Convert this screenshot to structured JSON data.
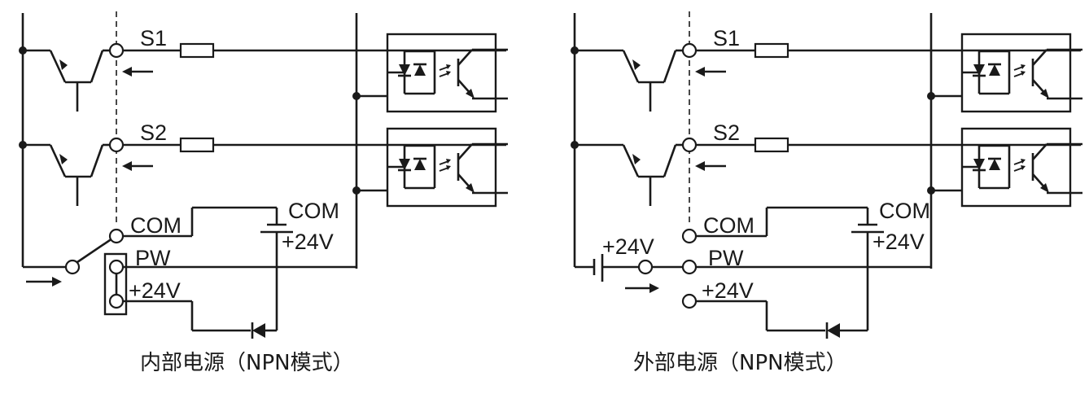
{
  "diagrams": [
    {
      "caption": "内部电源（NPN模式）",
      "labels": {
        "s1": "S1",
        "s2": "S2",
        "com_terminal": "COM",
        "pw": "PW",
        "plus24_terminal": "+24V",
        "com_internal": "COM",
        "plus24_internal": "+24V"
      }
    },
    {
      "caption": "外部电源（NPN模式）",
      "labels": {
        "s1": "S1",
        "s2": "S2",
        "com_terminal": "COM",
        "pw": "PW",
        "plus24_terminal": "+24V",
        "com_internal": "COM",
        "plus24_internal": "+24V",
        "plus24_external": "+24V"
      }
    }
  ]
}
